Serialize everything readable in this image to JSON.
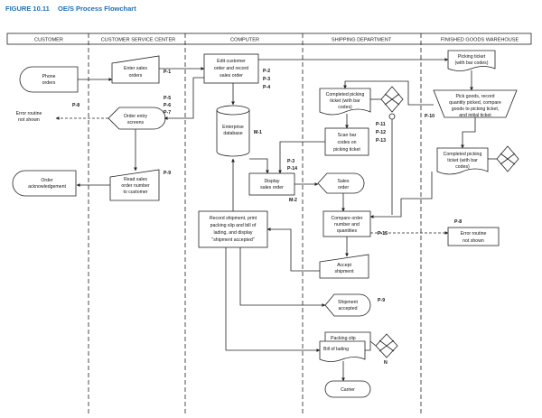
{
  "figure": {
    "label": "FIGURE 10.11",
    "title": "OE/S Process Flowchart"
  },
  "lanes": [
    "CUSTOMER",
    "CUSTOMER SERVICE CENTER",
    "COMPUTER",
    "SHIPPING DEPARTMENT",
    "FINISHED GOODS WAREHOUSE"
  ],
  "nodes": {
    "phone_orders": [
      "Phone",
      "orders"
    ],
    "enter_sales_orders": [
      "Enter sales",
      "orders"
    ],
    "error_routine_left": [
      "Error routine",
      "not shown"
    ],
    "order_entry_screens": [
      "Order entry",
      "screens"
    ],
    "order_acknowledgement": [
      "Order",
      "acknowledgement"
    ],
    "read_sales_order": [
      "Read sales",
      "order number",
      "to customer"
    ],
    "edit_customer_order": [
      "Edit customer",
      "order and record",
      "sales order"
    ],
    "enterprise_database": [
      "Enterprise",
      "database"
    ],
    "display_sales_order": [
      "Display",
      "sales order"
    ],
    "record_shipment": [
      "Record shipment, print",
      "packing slip and bill of",
      "lading, and display",
      "\"shipment accepted\""
    ],
    "completed_picking_ticket_ship": [
      "Completed picking",
      "ticket (with bar",
      "codes)"
    ],
    "scan_bar_codes": [
      "Scan bar",
      "codes on",
      "picking ticket"
    ],
    "sales_order_doc": [
      "Sales",
      "order"
    ],
    "compare_order": [
      "Compare order",
      "number and",
      "quantities"
    ],
    "accept_shipment": [
      "Accept",
      "shipment"
    ],
    "shipment_accepted": [
      "Shipment",
      "accepted"
    ],
    "packing_slip": [
      "Packing slip"
    ],
    "bill_of_lading": [
      "Bill of lading"
    ],
    "carrier": [
      "Carrier"
    ],
    "picking_ticket": [
      "Picking ticket",
      "(with bar codes)"
    ],
    "pick_goods": [
      "Pick goods, record",
      "quantity picked, compare",
      "goods to picking ticket,",
      "and initial ticket"
    ],
    "completed_picking_ticket_wh": [
      "Completed picking",
      "ticket (with bar",
      "codes)"
    ],
    "error_routine_right": [
      "Error routine",
      "not shown"
    ]
  },
  "refs": {
    "p1": "P-1",
    "p2": "P-2",
    "p3": "P-3",
    "p4": "P-4",
    "p5": "P-5",
    "p6": "P-6",
    "p7": "P-7",
    "p8": "P-8",
    "p9": "P-9",
    "p10": "P-10",
    "p11": "P-11",
    "p12": "P-12",
    "p13": "P-13",
    "p14": "P-14",
    "p15": "P-15",
    "m1": "M-1",
    "m2": "M-2",
    "n": "N"
  }
}
